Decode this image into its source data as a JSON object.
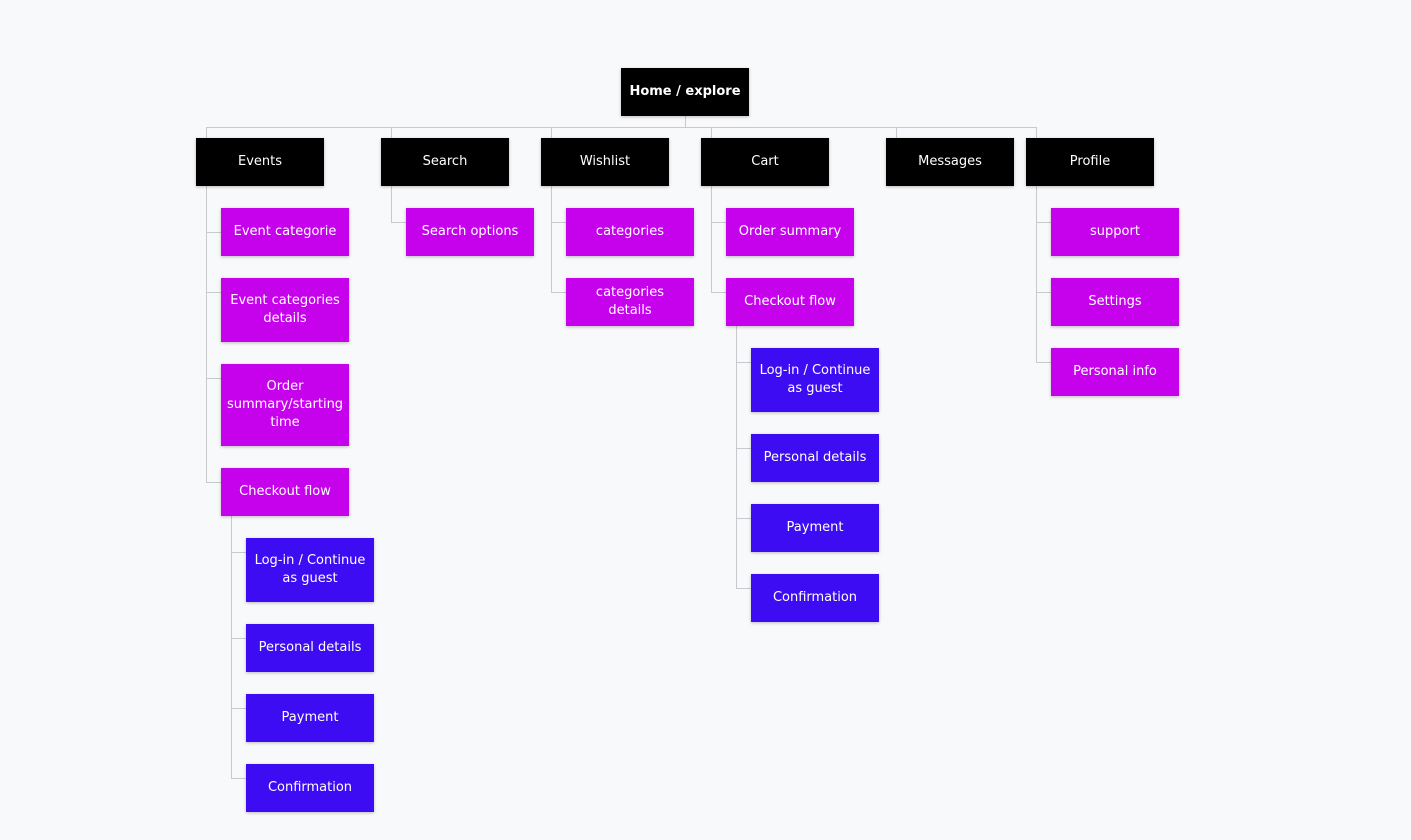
{
  "colors": {
    "root": "#000000",
    "section": "#000000",
    "page": "#c602ed",
    "flow_step": "#3d0cf2",
    "connector": "#c7c9ce",
    "background": "#f8f9fb"
  },
  "sitemap": {
    "root": "Home / explore",
    "sections": [
      {
        "label": "Events",
        "children": [
          {
            "label": "Event categorie"
          },
          {
            "label": "Event categories details"
          },
          {
            "label": "Order summary/starting time"
          },
          {
            "label": "Checkout flow",
            "steps": [
              "Log-in / Continue as guest",
              "Personal details",
              "Payment",
              "Confirmation"
            ]
          }
        ]
      },
      {
        "label": "Search",
        "children": [
          {
            "label": "Search options"
          }
        ]
      },
      {
        "label": "Wishlist",
        "children": [
          {
            "label": "categories"
          },
          {
            "label": "categories details"
          }
        ]
      },
      {
        "label": "Cart",
        "children": [
          {
            "label": "Order summary"
          },
          {
            "label": "Checkout flow",
            "steps": [
              "Log-in / Continue as guest",
              "Personal details",
              "Payment",
              "Confirmation"
            ]
          }
        ]
      },
      {
        "label": "Messages",
        "children": []
      },
      {
        "label": "Profile",
        "children": [
          {
            "label": "support"
          },
          {
            "label": "Settings"
          },
          {
            "label": "Personal info"
          }
        ]
      }
    ]
  }
}
